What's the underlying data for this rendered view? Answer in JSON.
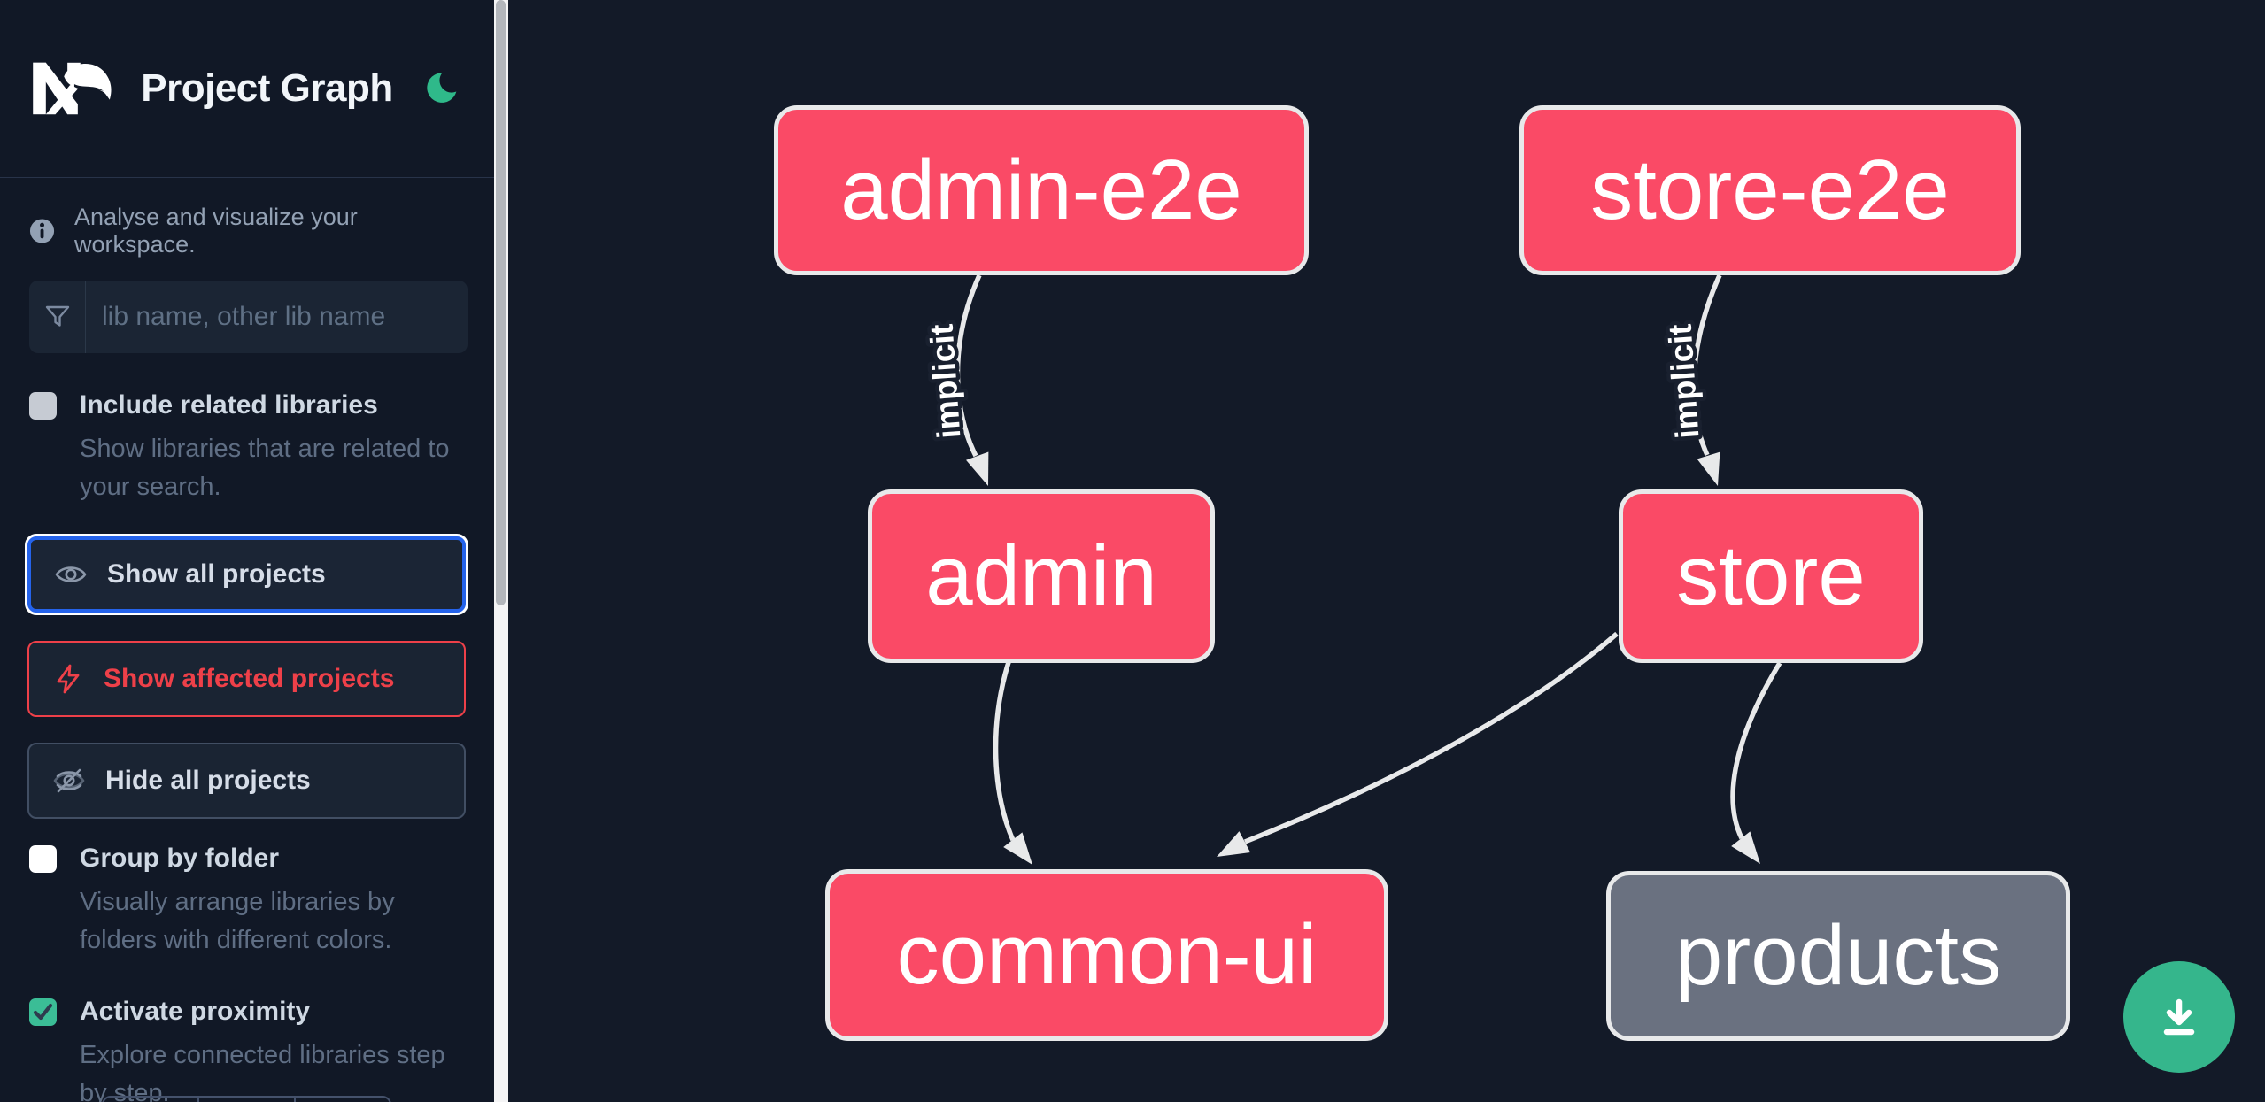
{
  "app": {
    "title": "Project Graph"
  },
  "sidebar": {
    "tagline": "Analyse and visualize your workspace.",
    "search": {
      "placeholder": "lib name, other lib name",
      "icon": "filter-icon"
    },
    "actions": [
      {
        "label": "Show all projects",
        "icon": "eye-icon",
        "state": "focused"
      },
      {
        "label": "Show affected projects",
        "icon": "bolt-icon",
        "state": "affected"
      },
      {
        "label": "Hide all projects",
        "icon": "eye-off-icon",
        "state": "default"
      }
    ],
    "toggles": [
      {
        "label": "Include related libraries",
        "description": "Show libraries that are related to your search.",
        "checked": false
      },
      {
        "label": "Group by folder",
        "description": "Visually arrange libraries by folders with different colors.",
        "checked": false
      },
      {
        "label": "Activate proximity",
        "description": "Explore connected libraries step by step.",
        "checked": true
      }
    ]
  },
  "graph": {
    "nodes": [
      {
        "id": "admin-e2e",
        "label": "admin-e2e",
        "kind": "affected"
      },
      {
        "id": "store-e2e",
        "label": "store-e2e",
        "kind": "affected"
      },
      {
        "id": "admin",
        "label": "admin",
        "kind": "affected"
      },
      {
        "id": "store",
        "label": "store",
        "kind": "affected"
      },
      {
        "id": "common-ui",
        "label": "common-ui",
        "kind": "affected"
      },
      {
        "id": "products",
        "label": "products",
        "kind": "normal"
      }
    ],
    "edges": [
      {
        "from": "admin-e2e",
        "to": "admin",
        "label": "implicit"
      },
      {
        "from": "store-e2e",
        "to": "store",
        "label": "implicit"
      },
      {
        "from": "admin",
        "to": "common-ui",
        "label": ""
      },
      {
        "from": "store",
        "to": "common-ui",
        "label": ""
      },
      {
        "from": "store",
        "to": "products",
        "label": ""
      }
    ]
  },
  "fab": {
    "icon": "download-icon"
  },
  "colors": {
    "affected_node": "#fa4a66",
    "normal_node": "#6a7180",
    "node_border": "#e8e9ea",
    "edge": "#e8e9ea",
    "accent_green": "#35b68c",
    "focus_blue": "#2563eb",
    "alert_red": "#ee4049",
    "sidebar_bg": "#111826",
    "canvas_bg": "#131a28"
  }
}
